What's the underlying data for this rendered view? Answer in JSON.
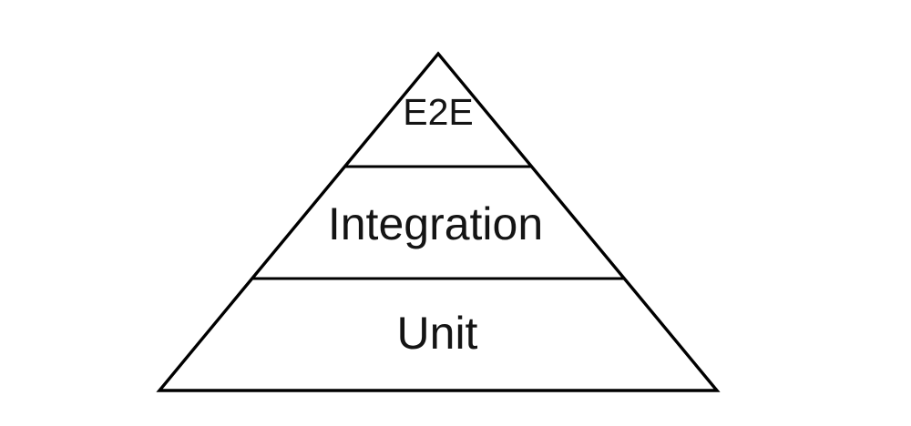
{
  "diagram": {
    "type": "pyramid",
    "levels": [
      {
        "id": "e2e",
        "label": "E2E"
      },
      {
        "id": "integration",
        "label": "Integration"
      },
      {
        "id": "unit",
        "label": "Unit"
      }
    ],
    "colors": {
      "stroke": "#000000",
      "text": "#141414",
      "background": "#ffffff"
    }
  }
}
